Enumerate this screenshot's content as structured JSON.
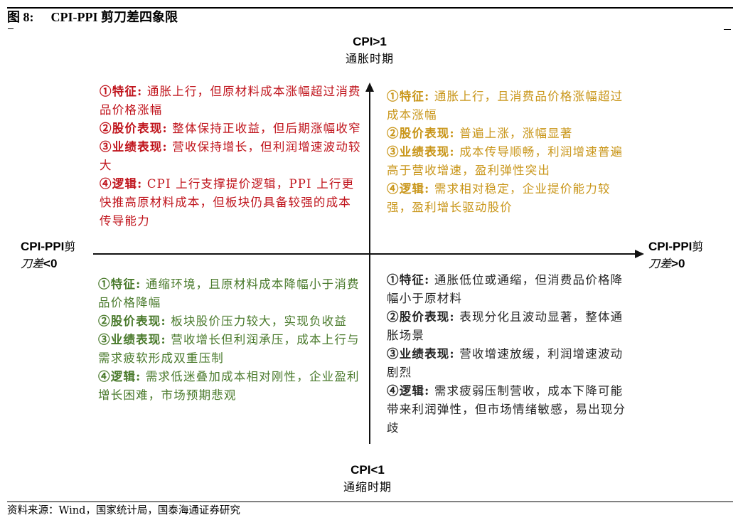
{
  "figure": {
    "number": "图 8:",
    "title": "CPI-PPI 剪刀差四象限"
  },
  "axes": {
    "top": {
      "en": "CPI>1",
      "zh": "通胀时期"
    },
    "bottom": {
      "en": "CPI<1",
      "zh": "通缩时期"
    },
    "left": {
      "en": "CPI-PPI",
      "zh1": "剪",
      "zh2": "刀差",
      "suffix": "<0"
    },
    "right": {
      "en": "CPI-PPI",
      "zh1": "剪",
      "zh2": "刀差",
      "suffix": ">0"
    }
  },
  "colors": {
    "top_left": "#c0141c",
    "top_right": "#c9961a",
    "bottom_left": "#4a7a2c",
    "bottom_right": "#262626",
    "axis": "#111111"
  },
  "quadrants": {
    "top_left": {
      "items": [
        {
          "key": "①特征:",
          "text": "通胀上行，但原材料成本涨幅超过消费品价格涨幅"
        },
        {
          "key": "②股价表现:",
          "text": "整体保持正收益，但后期涨幅收窄"
        },
        {
          "key": "③业绩表现:",
          "text": "营收保持增长，但利润增速波动较大"
        },
        {
          "key": "④逻辑:",
          "text": "CPI 上行支撑提价逻辑，PPI 上行更快推高原材料成本，但板块仍具备较强的成本传导能力"
        }
      ]
    },
    "top_right": {
      "items": [
        {
          "key": "①特征:",
          "text": "通胀上行，且消费品价格涨幅超过成本涨幅"
        },
        {
          "key": "②股价表现:",
          "text": "普遍上涨，涨幅显著"
        },
        {
          "key": "③业绩表现:",
          "text": "成本传导顺畅，利润增速普遍高于营收增速，盈利弹性突出"
        },
        {
          "key": "④逻辑:",
          "text": "需求相对稳定，企业提价能力较强，盈利增长驱动股价"
        }
      ]
    },
    "bottom_left": {
      "items": [
        {
          "key": "①特征:",
          "text": "通缩环境，且原材料成本降幅小于消费品价格降幅"
        },
        {
          "key": "②股价表现:",
          "text": "板块股价压力较大，实现负收益"
        },
        {
          "key": "③业绩表现:",
          "text": "营收增长但利润承压，成本上行与需求疲软形成双重压制"
        },
        {
          "key": "④逻辑:",
          "text": "需求低迷叠加成本相对刚性，企业盈利增长困难，市场预期悲观"
        }
      ]
    },
    "bottom_right": {
      "items": [
        {
          "key": "①特征:",
          "text": "通胀低位或通缩，但消费品价格降幅小于原材料"
        },
        {
          "key": "②股价表现:",
          "text": "表现分化且波动显著，整体通胀场景"
        },
        {
          "key": "③业绩表现:",
          "text": "营收增速放缓，利润增速波动剧烈"
        },
        {
          "key": "④逻辑:",
          "text": "需求疲弱压制营收，成本下降可能带来利润弹性，但市场情绪敏感，易出现分歧"
        }
      ]
    }
  },
  "source": "资料来源：Wind，国家统计局，国泰海通证券研究"
}
